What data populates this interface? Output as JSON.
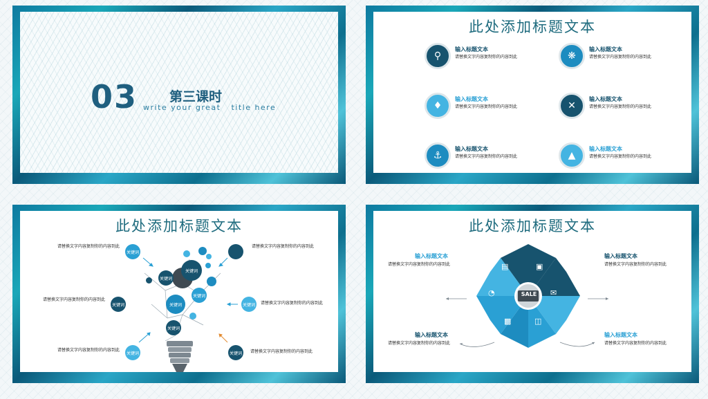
{
  "slide1": {
    "number": "03",
    "title": "第三课时",
    "subtitle": "write your great   title here"
  },
  "slide2": {
    "heading": "此处添加标题文本",
    "items": [
      {
        "title": "输入标题文本",
        "desc": "请替换文字内容复制你的内容到此",
        "icon": "key-icon",
        "color": "#17536e",
        "title_color": "#17536e"
      },
      {
        "title": "输入标题文本",
        "desc": "请替换文字内容复制你的内容到此",
        "icon": "spinner-icon",
        "color": "#1d8cc0",
        "title_color": "#17536e"
      },
      {
        "title": "输入标题文本",
        "desc": "请替换文字内容复制你的内容到此",
        "icon": "bell-icon",
        "color": "#44b4e2",
        "title_color": "#2aa0d4"
      },
      {
        "title": "输入标题文本",
        "desc": "请替换文字内容复制你的内容到此",
        "icon": "tools-icon",
        "color": "#17536e",
        "title_color": "#17536e"
      },
      {
        "title": "输入标题文本",
        "desc": "请替换文字内容复制你的内容到此",
        "icon": "anchor-icon",
        "color": "#1d8cc0",
        "title_color": "#17536e"
      },
      {
        "title": "输入标题文本",
        "desc": "请替换文字内容复制你的内容到此",
        "icon": "megaphone-icon",
        "color": "#44b4e2",
        "title_color": "#2aa0d4"
      }
    ]
  },
  "slide3": {
    "heading": "此处添加标题文本",
    "keyword": "关键词",
    "desc": "请替换文字内容复制你的内容到此"
  },
  "slide4": {
    "heading": "此处添加标题文本",
    "center": "SALE",
    "items": [
      {
        "title": "输入标题文本",
        "desc": "请替换文字内容复制你的内容到此",
        "color": "#2aa0d4"
      },
      {
        "title": "输入标题文本",
        "desc": "请替换文字内容复制你的内容到此",
        "color": "#17536e"
      },
      {
        "title": "输入标题文本",
        "desc": "请替换文字内容复制你的内容到此",
        "color": "#17536e"
      },
      {
        "title": "输入标题文本",
        "desc": "请替换文字内容复制你的内容到此",
        "color": "#2aa0d4"
      }
    ]
  }
}
